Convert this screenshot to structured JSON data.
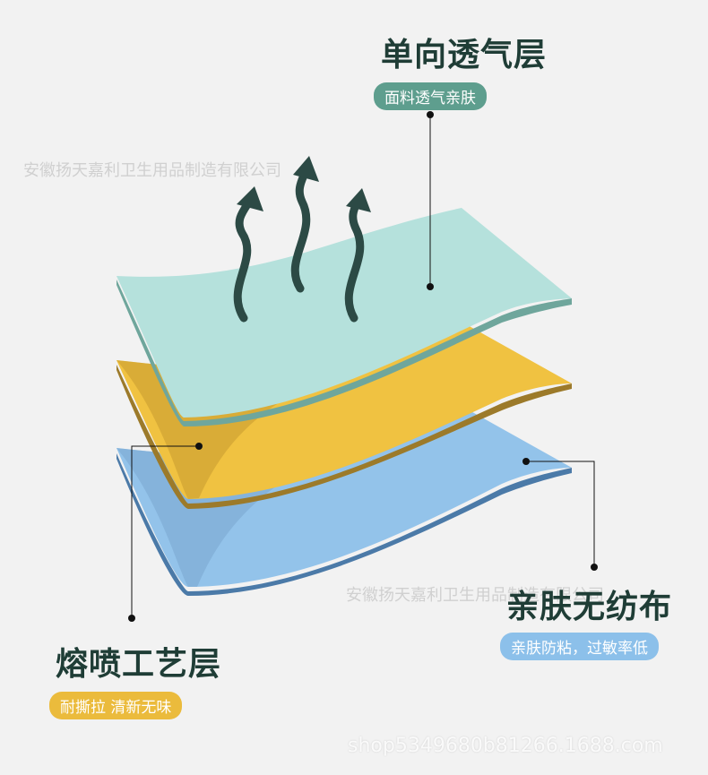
{
  "layers": {
    "top": {
      "title": "单向透气层",
      "tag": "面料透气亲肤",
      "color": "#b5e1dc",
      "edge": "#6fa69c",
      "tag_color": "#5e9e8e"
    },
    "middle": {
      "title": "熔喷工艺层",
      "tag": "耐撕拉 清新无味",
      "color": "#f0c241",
      "edge": "#9c7a2a",
      "tag_color": "#ebbb3c"
    },
    "bottom": {
      "title": "亲肤无纺布",
      "tag": "亲肤防粘，过敏率低",
      "color": "#93c3ea",
      "edge": "#4b7aa8",
      "tag_color": "#8cc0ea"
    }
  },
  "arrows": {
    "color": "#2c4a45",
    "icon": "airflow-arrow-icon",
    "count": 3
  },
  "watermarks": {
    "company": "安徽扬天嘉利卫生用品制造有限公司"
  },
  "footer": {
    "url": "shop5349680b81266.1688.com"
  }
}
